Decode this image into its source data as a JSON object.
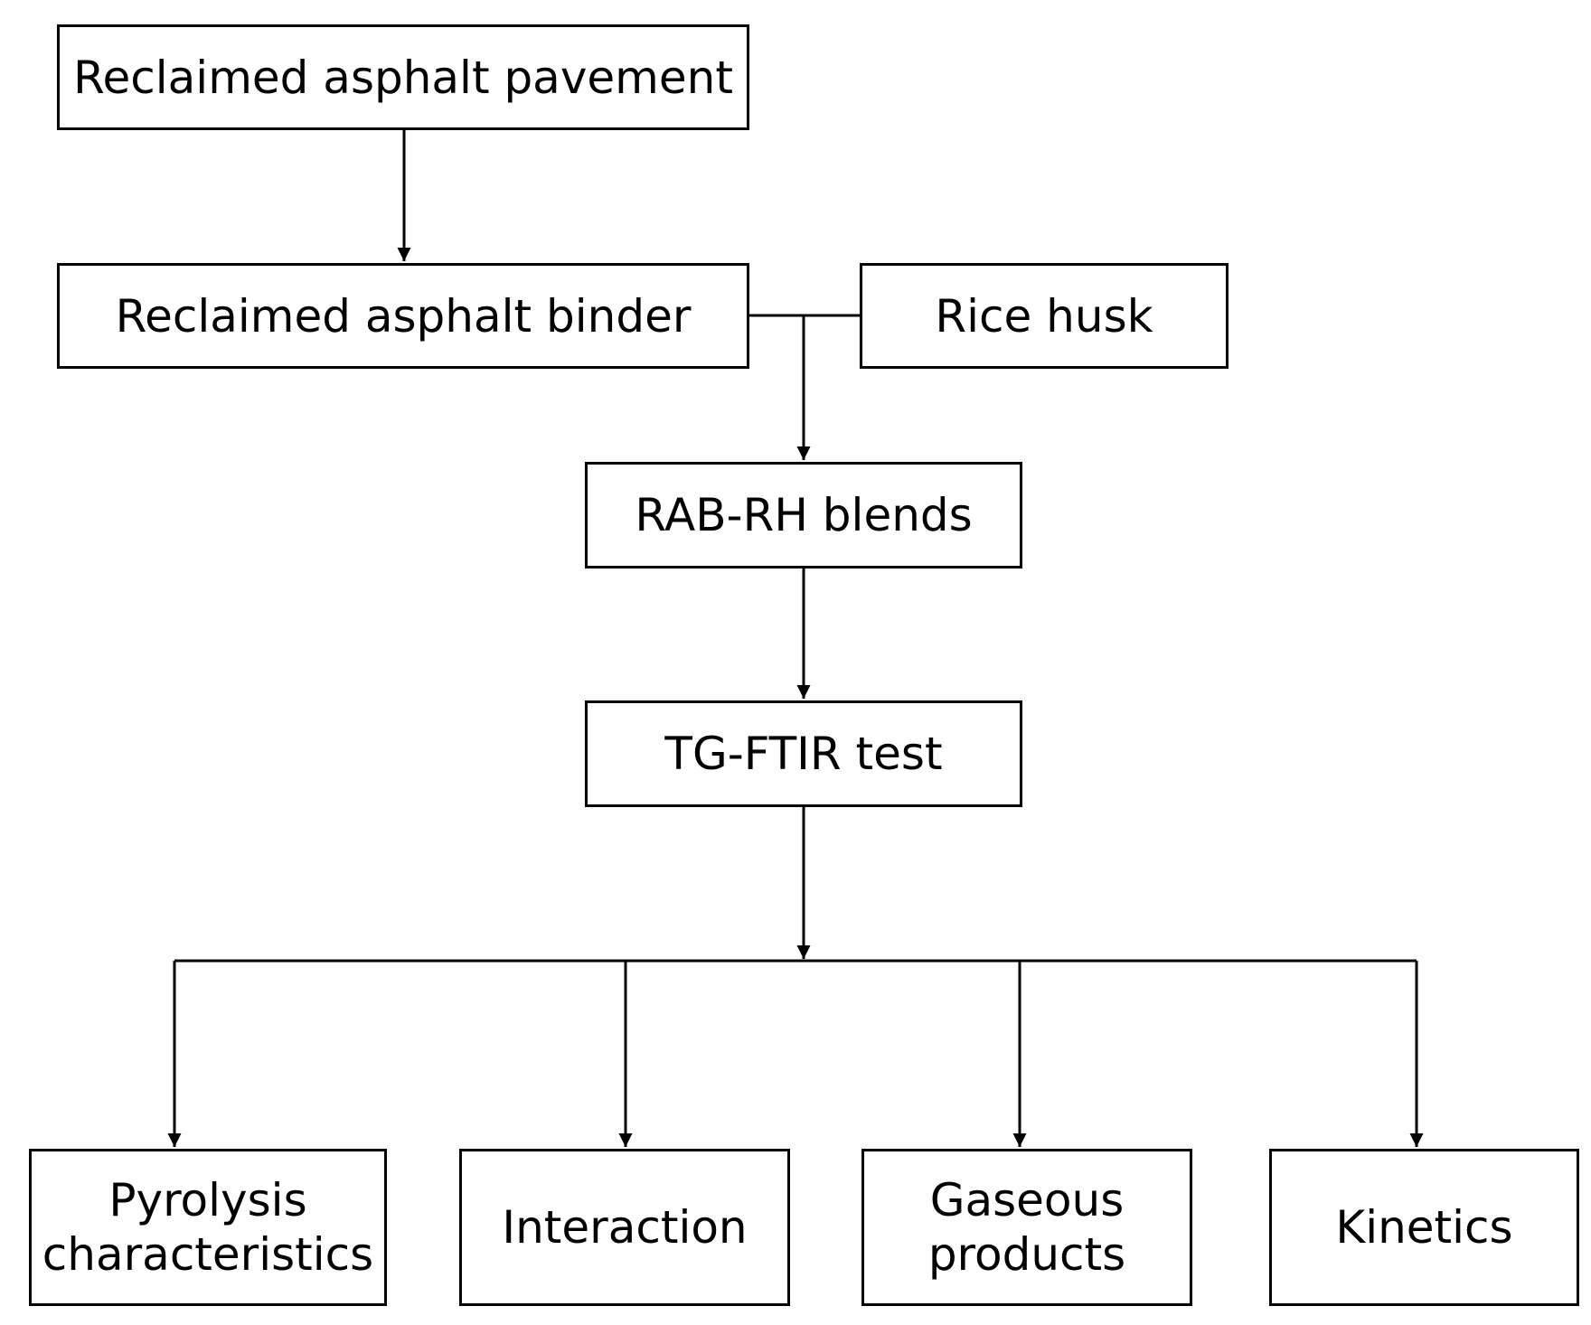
{
  "nodes": {
    "reclaimed_pavement": "Reclaimed asphalt pavement",
    "reclaimed_binder": "Reclaimed asphalt binder",
    "rice_husk": "Rice husk",
    "rab_rh_blends": "RAB-RH blends",
    "tg_ftir_test": "TG-FTIR test",
    "pyrolysis": "Pyrolysis\ncharacteristics",
    "interaction": "Interaction",
    "gaseous_products": "Gaseous\nproducts",
    "kinetics": "Kinetics"
  },
  "edges": [
    {
      "from": "reclaimed_pavement",
      "to": "reclaimed_binder"
    },
    {
      "from": "reclaimed_binder",
      "to": "rab_rh_blends"
    },
    {
      "from": "rice_husk",
      "to": "rab_rh_blends"
    },
    {
      "from": "rab_rh_blends",
      "to": "tg_ftir_test"
    },
    {
      "from": "tg_ftir_test",
      "to": "pyrolysis"
    },
    {
      "from": "tg_ftir_test",
      "to": "interaction"
    },
    {
      "from": "tg_ftir_test",
      "to": "gaseous_products"
    },
    {
      "from": "tg_ftir_test",
      "to": "kinetics"
    }
  ],
  "colors": {
    "stroke": "#000000",
    "background": "#ffffff"
  }
}
